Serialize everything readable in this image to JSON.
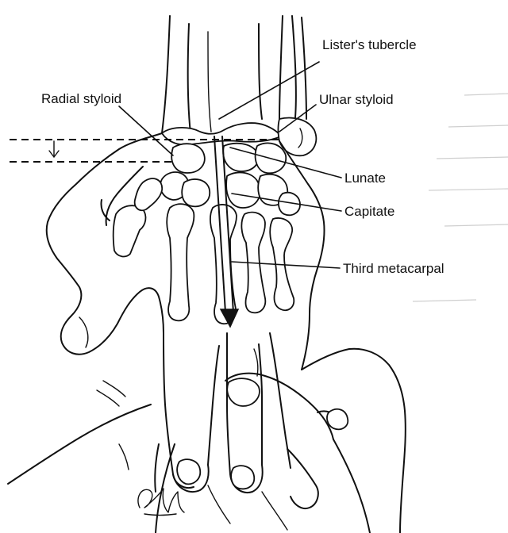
{
  "labels": {
    "listers_tubercle": "Lister's tubercle",
    "radial_styloid": "Radial styloid",
    "ulnar_styloid": "Ulnar styloid",
    "lunate": "Lunate",
    "capitate": "Capitate",
    "third_metacarpal": "Third metacarpal"
  },
  "colors": {
    "ink": "#111111",
    "background": "#ffffff"
  }
}
